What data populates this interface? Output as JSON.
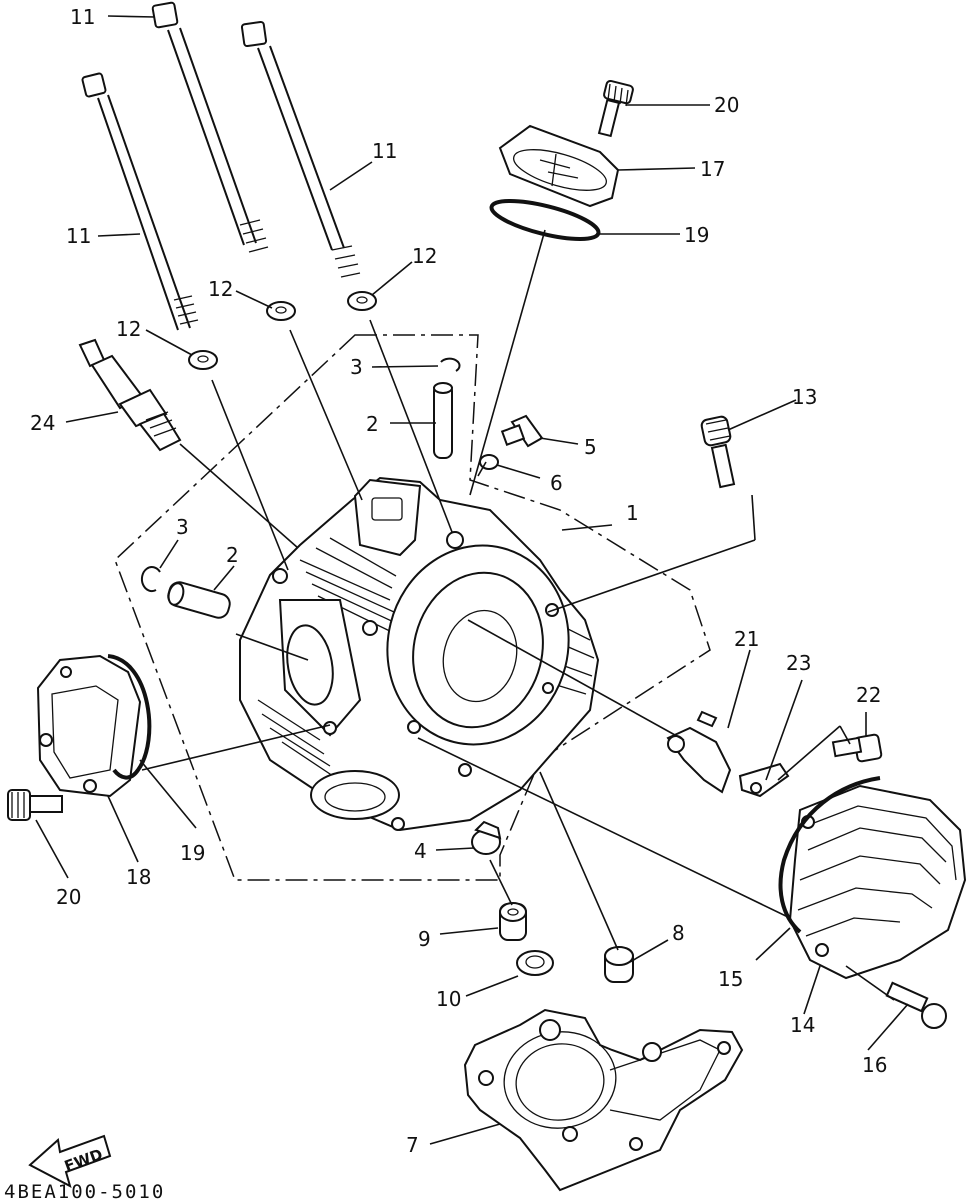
{
  "figure_code": "4BEA100-5010",
  "fwd_label": "FWD",
  "callouts": {
    "c11a": "11",
    "c11b": "11",
    "c11c": "11",
    "c12a": "12",
    "c12b": "12",
    "c12c": "12",
    "c20a": "20",
    "c17": "17",
    "c19a": "19",
    "c3a": "3",
    "c2a": "2",
    "c24": "24",
    "c5": "5",
    "c6": "6",
    "c13": "13",
    "c1": "1",
    "c3b": "3",
    "c2b": "2",
    "c21": "21",
    "c23": "23",
    "c22": "22",
    "c19b": "19",
    "c18": "18",
    "c20b": "20",
    "c4": "4",
    "c9": "9",
    "c8": "8",
    "c10": "10",
    "c15": "15",
    "c14": "14",
    "c16": "16",
    "c7": "7"
  }
}
